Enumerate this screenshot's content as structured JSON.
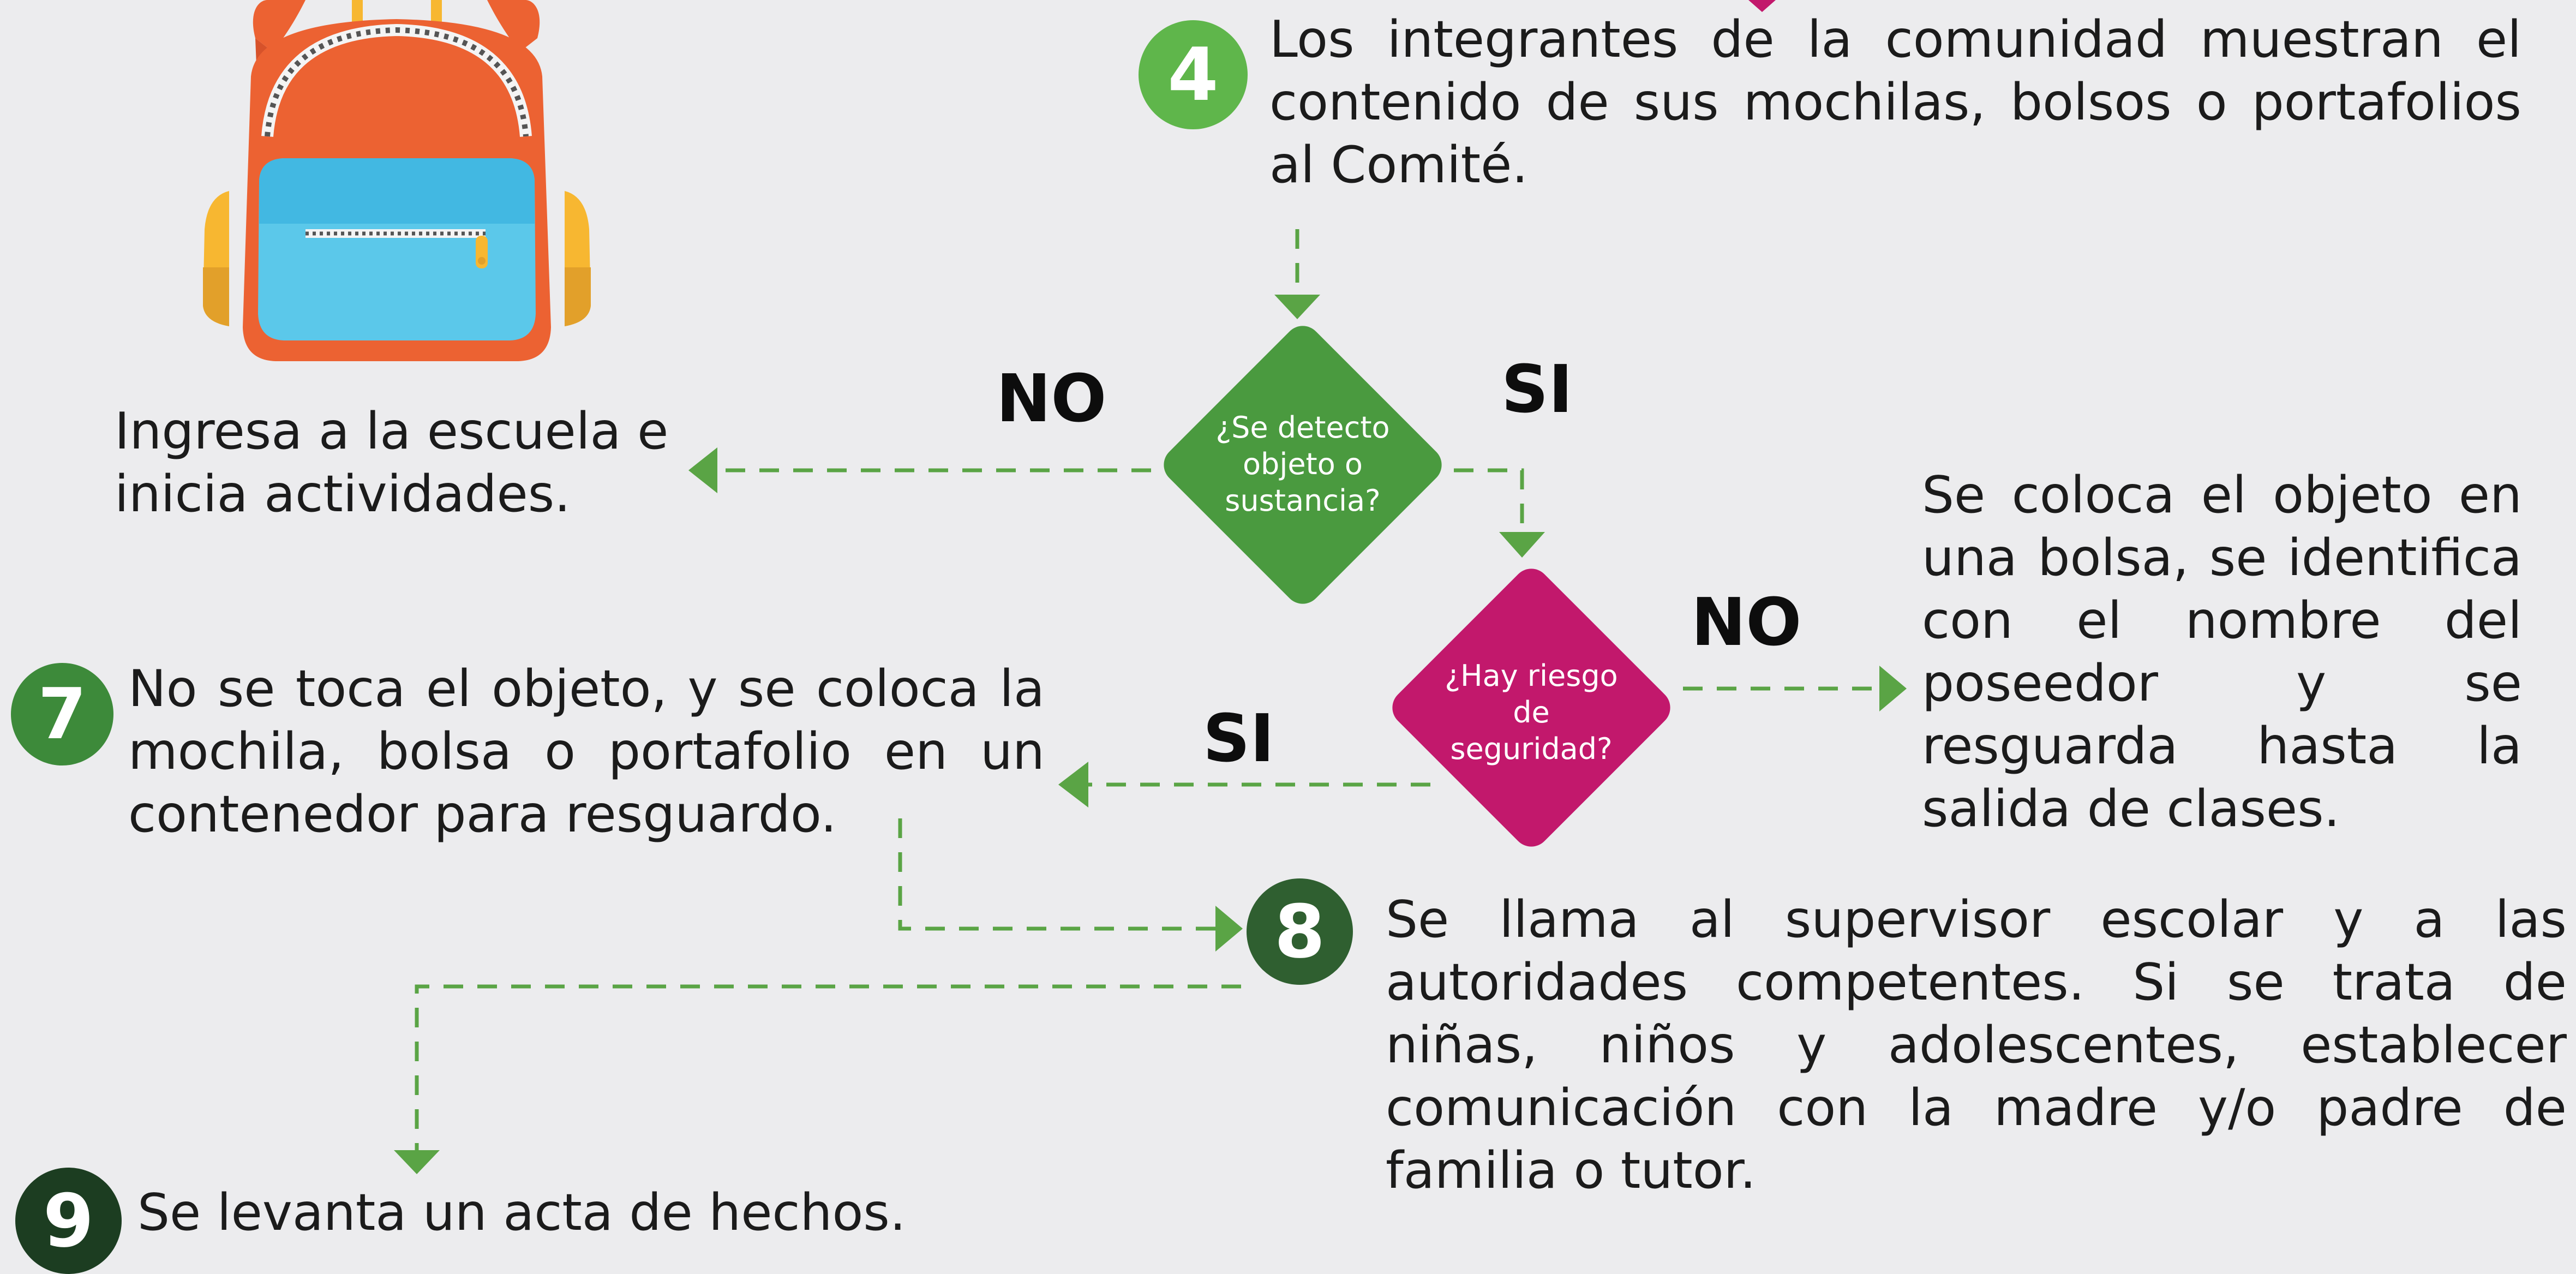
{
  "colors": {
    "background": "#ececee",
    "green_light": "#5fb64b",
    "green_mid": "#4a9a3f",
    "green_dark": "#2f5f30",
    "green_darkest": "#1c3d21",
    "magenta": "#c2186c",
    "connector": "#5aa445",
    "backpack_orange": "#ec6232",
    "backpack_blue": "#5bc8ea",
    "backpack_yellow": "#f7b731"
  },
  "illustration": {
    "icon": "backpack-icon"
  },
  "steps": {
    "step4": {
      "number": "4",
      "text": "Los integrantes de la comunidad muestran el contenido de sus mochilas, bolsos o portafolios al Comité."
    },
    "step7": {
      "number": "7",
      "text": "No se toca el objeto, y se coloca la mochila, bolsa o portafolio en un contenedor para resguardo."
    },
    "step8": {
      "number": "8",
      "text": "Se llama al supervisor escolar y a las autoridades competentes. Si se trata de niñas, niños y adolescentes, establecer comunicación con la madre y/o padre de familia o tutor."
    },
    "step9": {
      "number": "9",
      "text": "Se levanta un acta de hechos."
    }
  },
  "decisions": {
    "detect": {
      "question": "¿Se detecto objeto o sustancia?",
      "no_label": "NO",
      "yes_label": "SI"
    },
    "risk": {
      "question": "¿Hay riesgo de seguridad?",
      "no_label": "NO",
      "yes_label": "SI"
    }
  },
  "outcomes": {
    "enter_school": "Ingresa a la escuela e inicia actividades.",
    "bag_keep": "Se coloca el objeto en una bolsa, se identifica con el nombre del poseedor y se resguarda hasta la salida de clases."
  }
}
